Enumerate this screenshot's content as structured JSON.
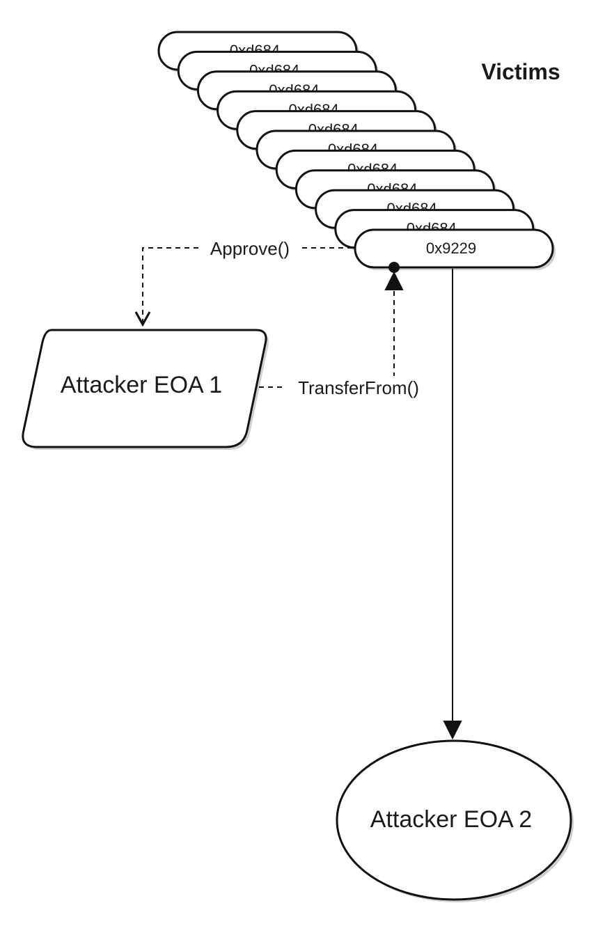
{
  "title": "Victims",
  "victim_stack": {
    "hidden_label": "0xd684",
    "repeat_count": 10,
    "front_label": "0x9229"
  },
  "nodes": {
    "attacker1": "Attacker EOA 1",
    "attacker2": "Attacker EOA 2"
  },
  "edges": {
    "approve": "Approve()",
    "transfer_from": "TransferFrom()"
  }
}
